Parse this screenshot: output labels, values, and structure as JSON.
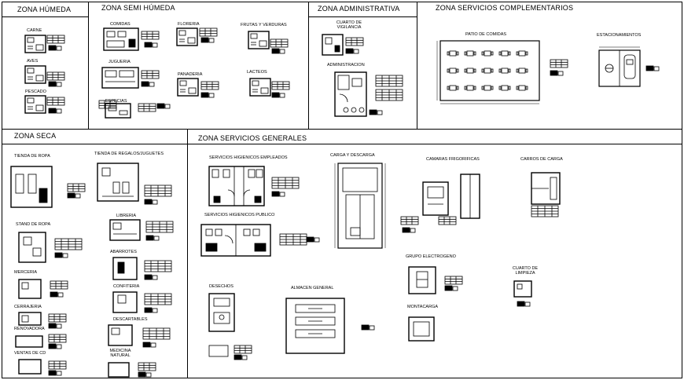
{
  "zones": {
    "humeda": "ZONA HÚMEDA",
    "semi_humeda": "ZONA SEMI HÚMEDA",
    "administrativa": "ZONA ADMINISTRATIVA",
    "complementarios": "ZONA SERVICIOS COMPLEMENTARIOS",
    "seca": "ZONA SECA",
    "generales": "ZONA SERVICIOS GENERALES"
  },
  "rooms": {
    "carne": "CARNE",
    "aves": "AVES",
    "pescado": "PESCADO",
    "comidas": "COMIDAS",
    "floreria": "FLORERIA",
    "frutas": "FRUTAS Y VERDURAS",
    "jugueria": "JUGUERIA",
    "panaderia": "PANADERIA",
    "lacteos": "LACTEOS",
    "especias": "ESPECIAS",
    "vigilancia": "CUARTO DE VIGILANCIA",
    "administracion": "ADMINISTRACION",
    "patio": "PATIO DE COMIDAS",
    "estacionamientos": "ESTACIONAMIENTOS",
    "tienda_ropa": "TIENDA DE ROPA",
    "tienda_regalos": "TIENDA DE REGALOS/JUGUETES",
    "stand_ropa": "STAND DE ROPA",
    "libreria": "LIBRERIA",
    "abarrotes": "ABARROTES",
    "merceria": "MERCERIA",
    "confiteria": "CONFITERIA",
    "cerrajeria": "CERRAJERIA",
    "renovadora": "RENOVADORA",
    "descartables": "DESCARTABLES",
    "ventas_cd": "VENTAS DE CD",
    "medicina": "MEDICINA NATURAL",
    "ss_empleados": "SERVICIOS HIGIENICOS EMPLEADOS",
    "ss_publico": "SERVICIOS HIGIENICOS PUBLICO",
    "carga": "CARGA Y DESCARGA",
    "camaras": "CAMARAS FRIGORIFICAS",
    "carros": "CARROS DE CARGA",
    "grupo": "GRUPO ELECTROGENO",
    "limpieza": "CUARTO DE LIMPIEZA",
    "desechos": "DESECHOS",
    "almacen": "ALMACEN GENERAL",
    "montacarga": "MONTACARGA"
  }
}
